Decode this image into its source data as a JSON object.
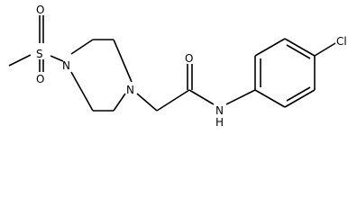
{
  "molecule": {
    "atoms": [
      {
        "id": "s1",
        "label": "S"
      },
      {
        "id": "o1",
        "label": "O"
      },
      {
        "id": "o2",
        "label": "O"
      },
      {
        "id": "n1",
        "label": "N"
      },
      {
        "id": "n2",
        "label": "N"
      },
      {
        "id": "o3",
        "label": "O"
      },
      {
        "id": "n3",
        "label": "N"
      },
      {
        "id": "h3",
        "label": "H"
      },
      {
        "id": "cl",
        "label": "Cl"
      }
    ]
  }
}
